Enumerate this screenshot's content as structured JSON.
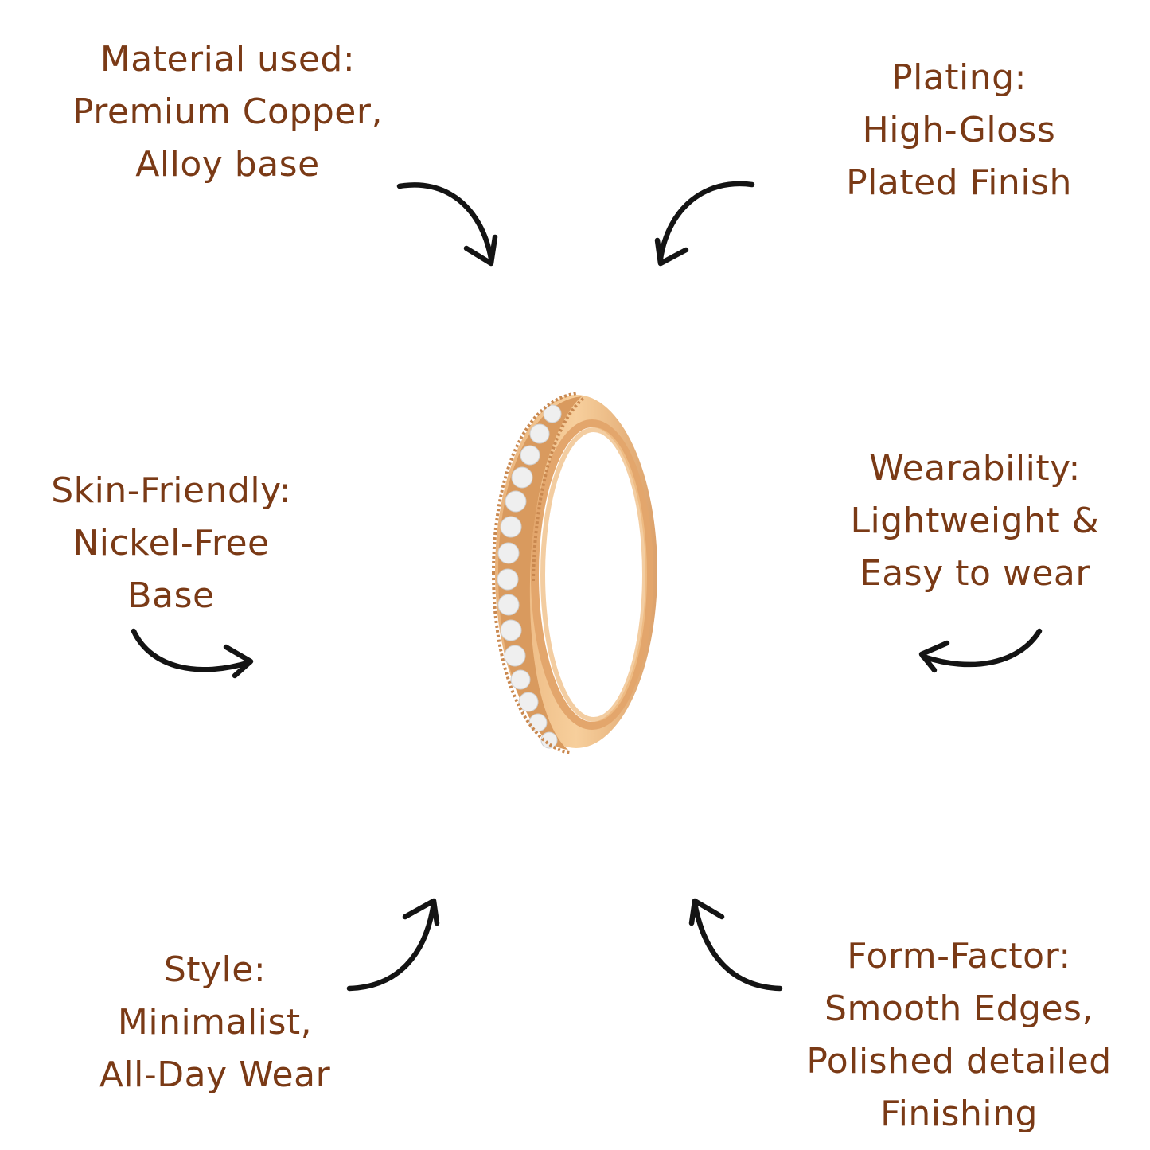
{
  "colors": {
    "background": "#ffffff",
    "text": "#7a3a16",
    "arrow": "#141414",
    "gold_light": "#f7cf9c",
    "gold_mid": "#e9b27a",
    "gold_dark": "#c9884f",
    "stone": "#eeeeee"
  },
  "features": [
    {
      "id": "material",
      "lines": [
        "Material used:",
        "Premium Copper,",
        "Alloy base"
      ]
    },
    {
      "id": "plating",
      "lines": [
        "Plating:",
        "High-Gloss",
        "Plated Finish"
      ]
    },
    {
      "id": "skin",
      "lines": [
        "Skin-Friendly:",
        "Nickel-Free",
        "Base"
      ]
    },
    {
      "id": "wearability",
      "lines": [
        "Wearability:",
        "Lightweight &",
        "Easy to wear"
      ]
    },
    {
      "id": "style",
      "lines": [
        "Style:",
        "Minimalist,",
        "All-Day Wear"
      ]
    },
    {
      "id": "form",
      "lines": [
        "Form-Factor:",
        "Smooth Edges,",
        "Polished detailed",
        "Finishing"
      ]
    }
  ],
  "product": {
    "image": "gold-eternity-ring-with-stones"
  }
}
